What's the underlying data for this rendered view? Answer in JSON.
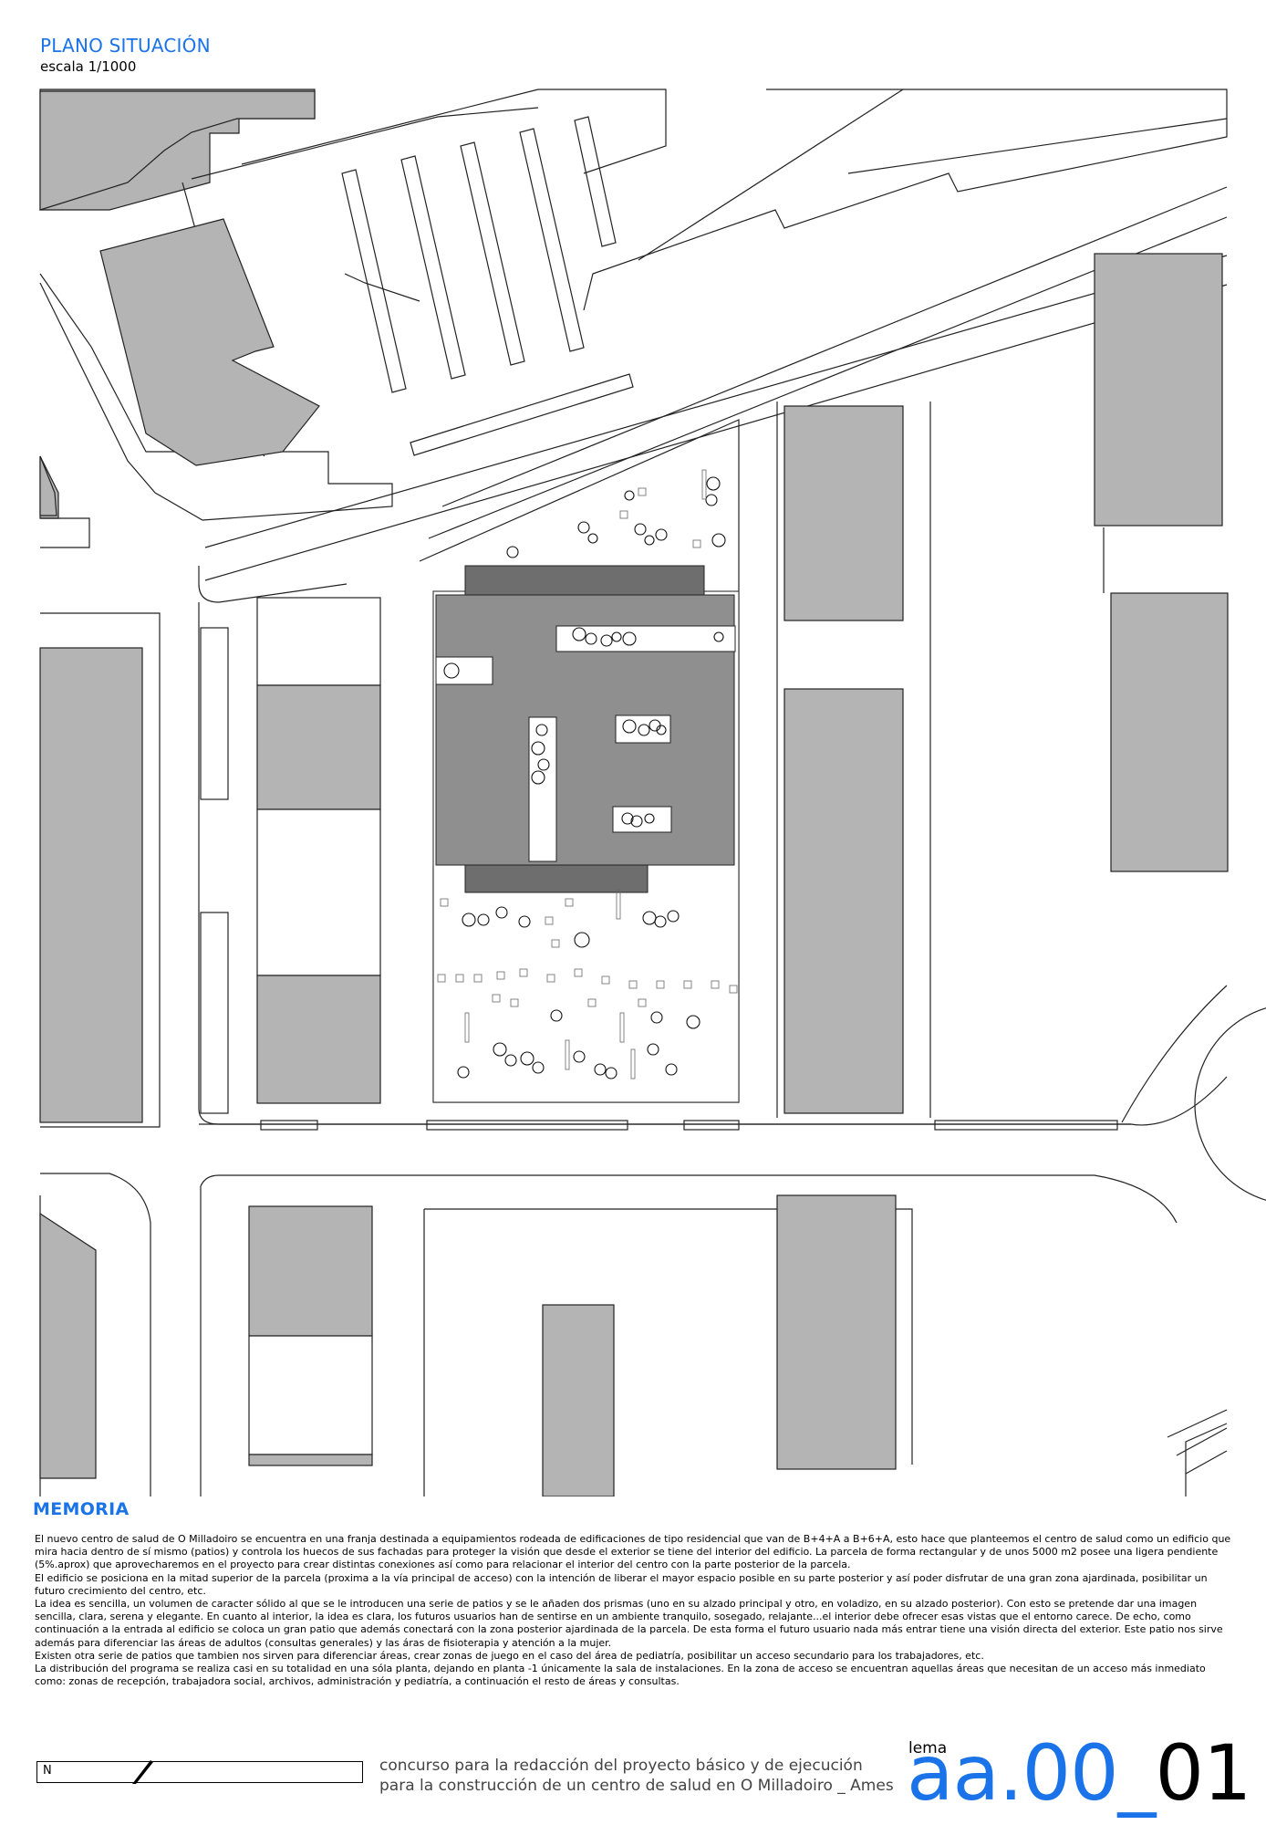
{
  "header": {
    "title": "PLANO SITUACIÓN",
    "scale": "escala 1/1000"
  },
  "memoria": {
    "title": "MEMORIA",
    "paragraphs": [
      "El nuevo centro de salud de O Milladoiro se encuentra en una franja destinada a equipamientos rodeada de edificaciones de tipo residencial que van de B+4+A a B+6+A, esto hace que planteemos el centro de salud como un edificio que mira hacia dentro de sí mismo (patios) y controla los huecos de sus fachadas para proteger la visión que desde el exterior se tiene del interior del edificio. La parcela de forma rectangular y de unos 5000 m2 posee una ligera pendiente (5%.aprox) que aprovecharemos en el proyecto para crear distintas conexiones así como para relacionar el interior del centro con la parte posterior de la parcela.",
      "El edificio se posiciona en la mitad superior de la parcela (proxima a la vía principal de acceso) con la intención de liberar el mayor espacio posible en su parte posterior y así poder disfrutar de una gran zona ajardinada, posibilitar un futuro crecimiento del centro, etc.",
      "La idea es sencilla, un volumen de caracter sólido al que se le introducen una serie de patios y se le añaden dos prismas (uno en su alzado principal y otro, en voladizo, en su alzado posterior). Con esto se pretende dar una imagen sencilla, clara, serena y elegante. En cuanto al interior, la idea es clara, los futuros usuarios han de sentirse en un ambiente tranquilo, sosegado, relajante...el interior debe ofrecer esas vistas que el entorno carece. De echo, como continuación a la entrada al edificio se coloca un gran patio que además conectará con la zona posterior ajardinada de la parcela. De esta forma el futuro usuario nada más entrar tiene una visión directa del exterior. Este patio nos sirve además para diferenciar las áreas de adultos (consultas generales) y las áras de fisioterapia y atención a la mujer.",
      "Existen otra serie de patios que tambien nos sirven para diferenciar áreas, crear zonas de juego en el caso del área de pediatría, posibilitar un acceso secundario para los trabajadores, etc.",
      "La distribución del programa se realiza casi en su totalidad en una sóla planta, dejando en planta -1 únicamente la sala de instalaciones. En la zona de acceso se encuentran aquellas áreas que necesitan de un acceso más inmediato como: zonas de recepción, trabajadora social, archivos, administración y pediatría, a continuación el resto de áreas y consultas."
    ]
  },
  "footer": {
    "north_label": "N",
    "contest_line1": "concurso para la redacción del proyecto básico y de ejecución",
    "contest_line2": "para la construcción de un centro de salud en O Milladoiro _ Ames",
    "lema_label": "lema",
    "code_prefix": "aa.00_",
    "code_number": "01"
  },
  "colors": {
    "accent": "#1a73e8",
    "building_fill": "#b4b4b4",
    "center_building": "#8f8f8f",
    "center_prism": "#6e6e6e",
    "line": "#222222"
  }
}
